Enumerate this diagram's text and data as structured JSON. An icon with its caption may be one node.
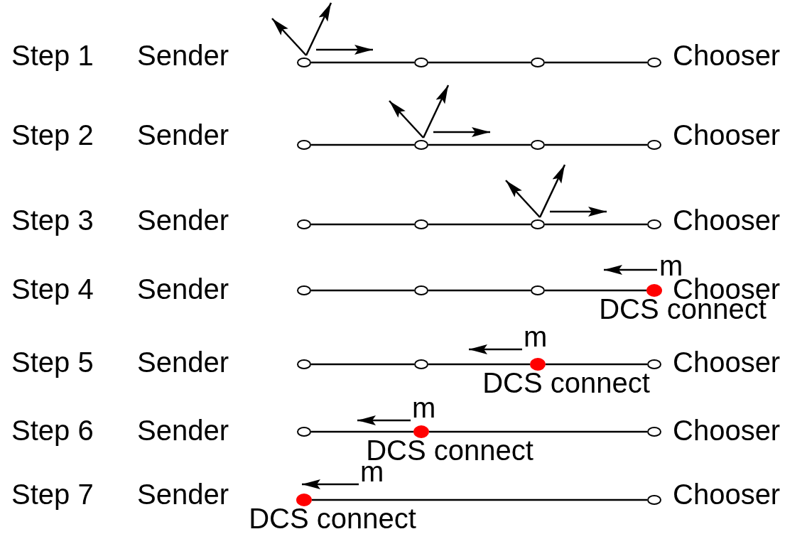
{
  "diagram": {
    "nodes": [
      {
        "text": [],
        "shape": "circle"
      },
      {
        "text": [],
        "shape": "circle"
      },
      {
        "text": [],
        "shape": "circle"
      },
      {
        "text": [],
        "shape": "circle"
      },
      {
        "text": [],
        "shape": "circle"
      },
      {
        "text": [],
        "shape": "circle"
      },
      {
        "text": [],
        "shape": "circle"
      },
      {
        "text": [],
        "shape": "circle"
      },
      {
        "text": [],
        "shape": "circle"
      },
      {
        "text": [],
        "shape": "circle"
      },
      {
        "text": [],
        "shape": "circle"
      },
      {
        "text": [],
        "shape": "circle"
      },
      {
        "text": [],
        "shape": "circle"
      },
      {
        "text": [],
        "shape": "circle"
      },
      {
        "text": [],
        "shape": "circle"
      },
      {
        "text": [],
        "shape": "dot",
        "beside": [
          "DCS connect"
        ]
      },
      {
        "text": [],
        "shape": "circle"
      },
      {
        "text": [],
        "shape": "circle"
      },
      {
        "text": [],
        "shape": "dot",
        "beside": [
          "DCS connect"
        ]
      },
      {
        "text": [],
        "shape": "circle"
      },
      {
        "text": [],
        "shape": "circle"
      },
      {
        "text": [],
        "shape": "dot",
        "beside": [
          "DCS connect"
        ]
      },
      {
        "text": [],
        "shape": "circle"
      },
      {
        "text": [],
        "shape": "dot",
        "beside": [
          "DCS connect"
        ]
      },
      {
        "text": [],
        "shape": "circle"
      }
    ],
    "edges": [
      {
        "from": 0,
        "to": 1,
        "arrow": "none"
      },
      {
        "from": 1,
        "to": 2,
        "arrow": "none"
      },
      {
        "from": 2,
        "to": 3,
        "arrow": "none"
      },
      {
        "from": 4,
        "to": 5,
        "arrow": "none"
      },
      {
        "from": 5,
        "to": 6,
        "arrow": "none"
      },
      {
        "from": 6,
        "to": 7,
        "arrow": "none"
      },
      {
        "from": 8,
        "to": 9,
        "arrow": "none"
      },
      {
        "from": 9,
        "to": 10,
        "arrow": "none"
      },
      {
        "from": 10,
        "to": 11,
        "arrow": "none"
      },
      {
        "from": 12,
        "to": 13,
        "arrow": "none"
      },
      {
        "from": 13,
        "to": 14,
        "arrow": "none"
      },
      {
        "from": 14,
        "to": 15,
        "arrow": "none"
      },
      {
        "from": 16,
        "to": 17,
        "arrow": "none"
      },
      {
        "from": 17,
        "to": 18,
        "arrow": "none"
      },
      {
        "from": 18,
        "to": 19,
        "arrow": "none"
      },
      {
        "from": 20,
        "to": 21,
        "arrow": "none"
      },
      {
        "from": 21,
        "to": 22,
        "arrow": "none"
      },
      {
        "from": 23,
        "to": 24,
        "arrow": "none"
      }
    ],
    "labels": [
      "Step 1",
      "Sender",
      "Chooser",
      "Step 2",
      "Sender",
      "Chooser",
      "Step 3",
      "Sender",
      "Chooser",
      "Step 4",
      "Sender",
      "m",
      "Chooser",
      "Step 5",
      "Sender",
      "m",
      "Chooser",
      "Step 6",
      "Sender",
      "m",
      "Chooser",
      "Step 7",
      "Sender",
      "m",
      "Chooser"
    ]
  }
}
